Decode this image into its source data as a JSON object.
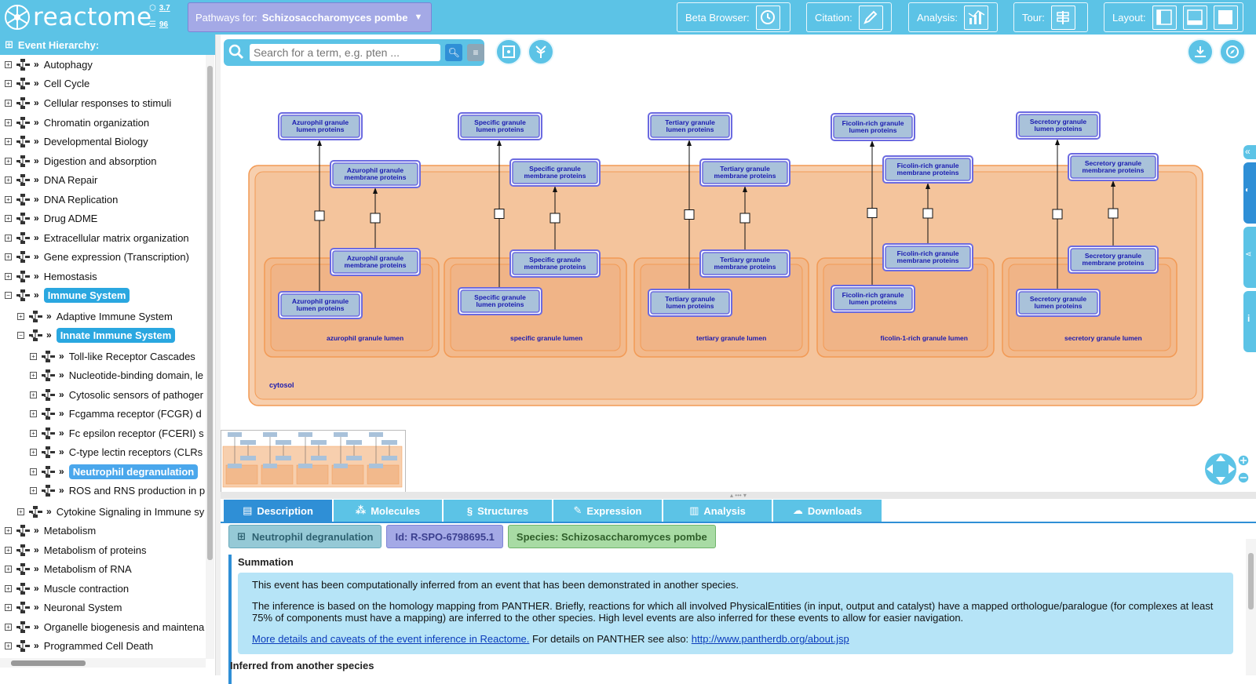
{
  "header": {
    "logo_text": "reactome",
    "version_top": "3.7",
    "version_bottom": "96",
    "species_prefix": "Pathways for:",
    "species_name": "Schizosaccharomyces pombe",
    "beta_browser_label": "Beta Browser:",
    "citation_label": "Citation:",
    "analysis_label": "Analysis:",
    "tour_label": "Tour:",
    "layout_label": "Layout:"
  },
  "sidebar": {
    "title": "Event Hierarchy:",
    "items": [
      {
        "label": "Autophagy",
        "toggle": "+"
      },
      {
        "label": "Cell Cycle",
        "toggle": "+"
      },
      {
        "label": "Cellular responses to stimuli",
        "toggle": "+"
      },
      {
        "label": "Chromatin organization",
        "toggle": "+"
      },
      {
        "label": "Developmental Biology",
        "toggle": "+"
      },
      {
        "label": "Digestion and absorption",
        "toggle": "+"
      },
      {
        "label": "DNA Repair",
        "toggle": "+"
      },
      {
        "label": "DNA Replication",
        "toggle": "+"
      },
      {
        "label": "Drug ADME",
        "toggle": "+"
      },
      {
        "label": "Extracellular matrix organization",
        "toggle": "+"
      },
      {
        "label": "Gene expression (Transcription)",
        "toggle": "+"
      },
      {
        "label": "Hemostasis",
        "toggle": "+"
      },
      {
        "label": "Immune System",
        "toggle": "−"
      },
      {
        "label": "Adaptive Immune System",
        "toggle": "+"
      },
      {
        "label": "Innate Immune System",
        "toggle": "−"
      },
      {
        "label": "Toll-like Receptor Cascades",
        "toggle": "+"
      },
      {
        "label": "Nucleotide-binding domain, le",
        "toggle": "+"
      },
      {
        "label": "Cytosolic sensors of pathoger",
        "toggle": "+"
      },
      {
        "label": "Fcgamma receptor (FCGR) d",
        "toggle": "+"
      },
      {
        "label": "Fc epsilon receptor (FCERI) s",
        "toggle": "+"
      },
      {
        "label": "C-type lectin receptors (CLRs",
        "toggle": "+"
      },
      {
        "label": "Neutrophil degranulation",
        "toggle": "+"
      },
      {
        "label": "ROS and RNS production in p",
        "toggle": "+"
      },
      {
        "label": "Cytokine Signaling in Immune sy",
        "toggle": "+"
      },
      {
        "label": "Metabolism",
        "toggle": "+"
      },
      {
        "label": "Metabolism of proteins",
        "toggle": "+"
      },
      {
        "label": "Metabolism of RNA",
        "toggle": "+"
      },
      {
        "label": "Muscle contraction",
        "toggle": "+"
      },
      {
        "label": "Neuronal System",
        "toggle": "+"
      },
      {
        "label": "Organelle biogenesis and maintena",
        "toggle": "+"
      },
      {
        "label": "Programmed Cell Death",
        "toggle": "+"
      }
    ]
  },
  "diagram": {
    "search_placeholder": "Search for a term, e.g. pten ...",
    "outer_compartment": "cytosol",
    "columns": [
      {
        "lumen_top": "Azurophil granule lumen proteins",
        "membrane_top": "Azurophil granule membrane proteins",
        "membrane_bottom": "Azurophil granule membrane proteins",
        "lumen_bottom": "Azurophil granule lumen proteins",
        "compartment": "azurophil granule lumen"
      },
      {
        "lumen_top": "Specific granule lumen proteins",
        "membrane_top": "Specific granule membrane proteins",
        "membrane_bottom": "Specific granule membrane proteins",
        "lumen_bottom": "Specific granule lumen proteins",
        "compartment": "specific granule lumen"
      },
      {
        "lumen_top": "Tertiary granule lumen proteins",
        "membrane_top": "Tertiary granule membrane proteins",
        "membrane_bottom": "Tertiary granule membrane proteins",
        "lumen_bottom": "Tertiary granule lumen proteins",
        "compartment": "tertiary granule lumen"
      },
      {
        "lumen_top": "Ficolin-rich granule lumen proteins",
        "membrane_top": "Ficolin-rich granule membrane proteins",
        "membrane_bottom": "Ficolin-rich granule membrane proteins",
        "lumen_bottom": "Ficolin-rich granule lumen proteins",
        "compartment": "ficolin-1-rich granule lumen"
      },
      {
        "lumen_top": "Secretory granule lumen proteins",
        "membrane_top": "Secretory granule membrane proteins",
        "membrane_bottom": "Secretory granule membrane proteins",
        "lumen_bottom": "Secretory granule lumen proteins",
        "compartment": "secretory granule lumen"
      }
    ]
  },
  "details": {
    "tabs": [
      "Description",
      "Molecules",
      "Structures",
      "Expression",
      "Analysis",
      "Downloads"
    ],
    "badge_name": "Neutrophil degranulation",
    "badge_id": "Id: R-SPO-6798695.1",
    "badge_species": "Species: Schizosaccharomyces pombe",
    "summation_title": "Summation",
    "summation_p1": "This event has been computationally inferred from an event that has been demonstrated in another species.",
    "summation_p2": "The inference is based on the homology mapping from PANTHER. Briefly, reactions for which all involved PhysicalEntities (in input, output and catalyst) have a mapped orthologue/paralogue (for complexes at least 75% of components must have a mapping) are inferred to the other species. High level events are also inferred for these events to allow for easier navigation.",
    "summation_link1": "More details and caveats of the event inference in Reactome.",
    "summation_mid": " For details on PANTHER see also: ",
    "summation_link2": "http://www.pantherdb.org/about.jsp",
    "inferred_title": "Inferred from another species"
  },
  "colors": {
    "header_bg": "#5cc3e6",
    "accent": "#2f8fd6",
    "species_btn": "#a4a9e6",
    "compartment_fill": "#f7cfae",
    "compartment_stroke": "#f29a55",
    "node_fill": "#a9c2da",
    "node_stroke": "#6b6ae0"
  }
}
